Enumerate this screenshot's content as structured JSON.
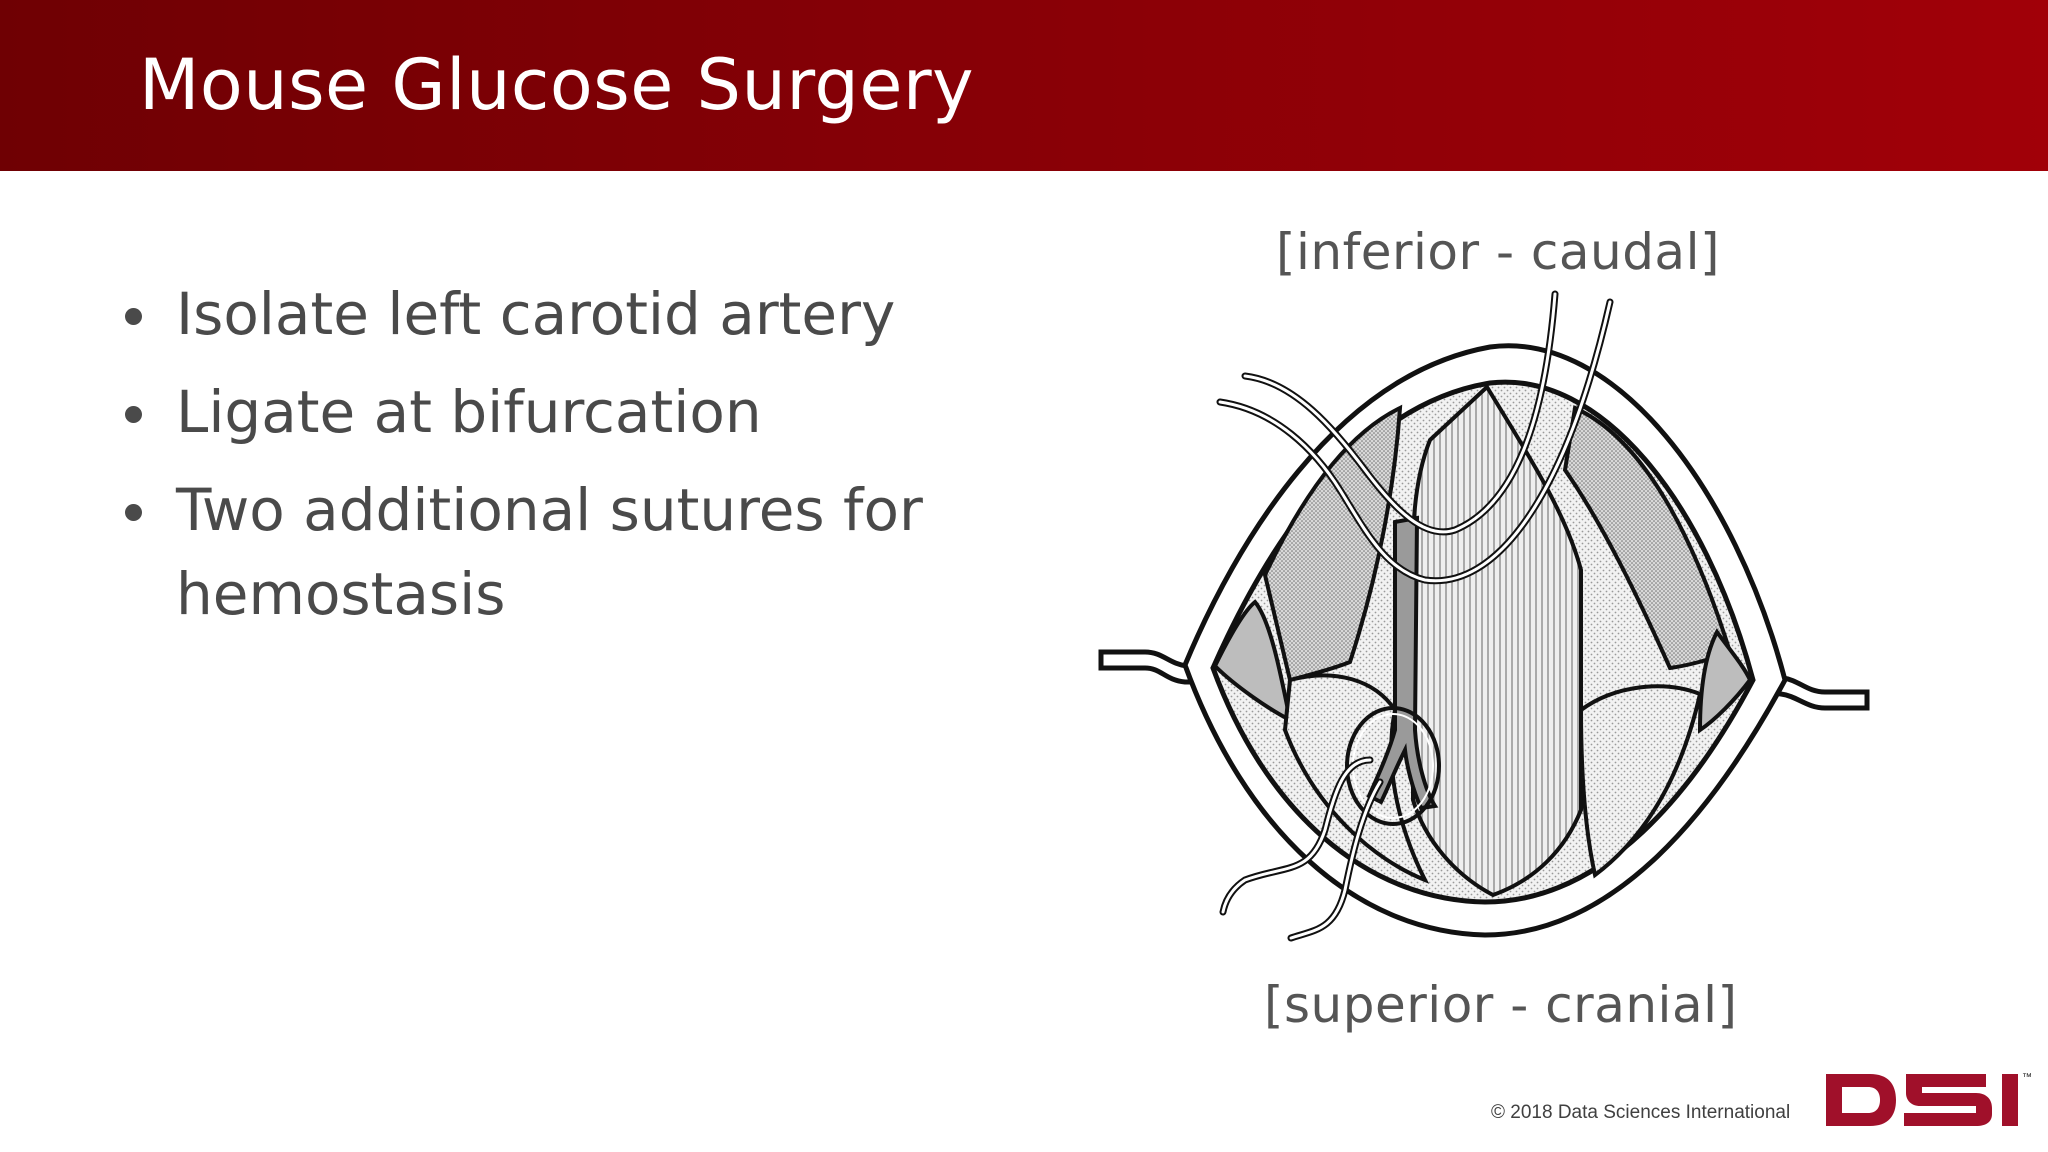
{
  "slide": {
    "title": "Mouse Glucose Surgery",
    "bullets": [
      "Isolate left carotid artery",
      "Ligate at bifurcation",
      "Two additional sutures for hemostasis"
    ],
    "figure": {
      "label_top": "[inferior - caudal]",
      "label_bottom": "[superior - cranial]"
    },
    "footer": {
      "copyright": "© 2018 Data Sciences International",
      "logo_text": "DSI",
      "trademark": "™"
    }
  },
  "colors": {
    "header_dark": "#6f0003",
    "header_light": "#a10008",
    "logo": "#a0102a",
    "body_text": "#4a4a4a"
  }
}
